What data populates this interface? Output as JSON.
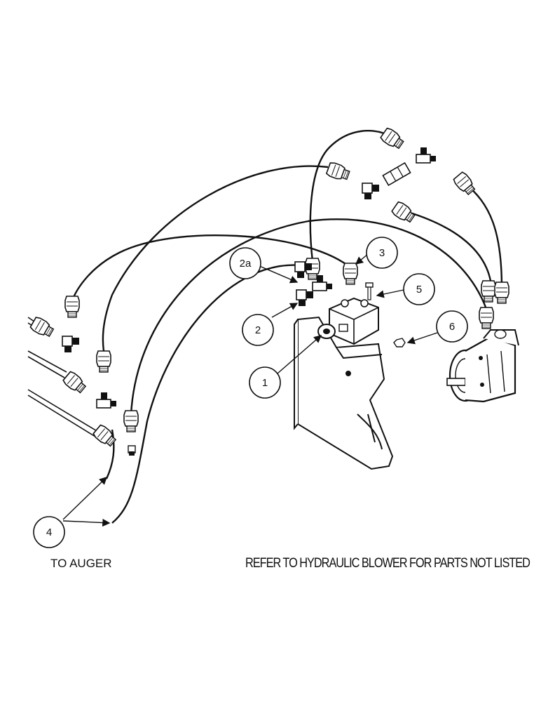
{
  "diagram": {
    "callouts": [
      {
        "id": "c1",
        "label": "1"
      },
      {
        "id": "c2",
        "label": "2"
      },
      {
        "id": "c2a",
        "label": "2a"
      },
      {
        "id": "c3",
        "label": "3"
      },
      {
        "id": "c4",
        "label": "4"
      },
      {
        "id": "c5",
        "label": "5"
      },
      {
        "id": "c6",
        "label": "6"
      }
    ],
    "captions": {
      "to_auger": "TO AUGER",
      "refer_note": "REFER TO HYDRAULIC BLOWER FOR PARTS NOT LISTED"
    },
    "colors": {
      "ink": "#111111",
      "paper": "#ffffff"
    }
  }
}
